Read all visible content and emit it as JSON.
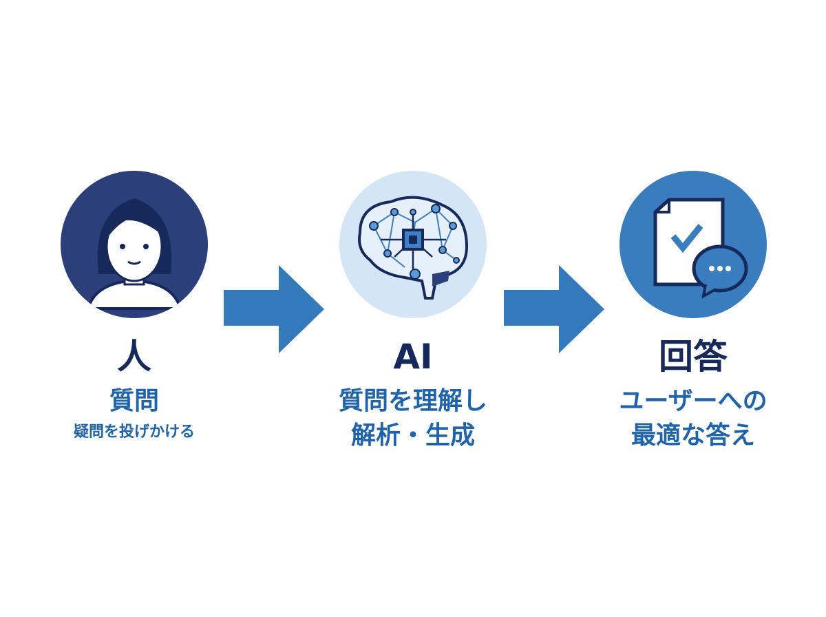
{
  "colors": {
    "navy": "#2c3f7b",
    "title": "#16295a",
    "accent": "#1f64aa",
    "arrow": "#3379bb",
    "light": "#d4e6f5",
    "mid": "#3a7dbf"
  },
  "steps": [
    {
      "icon": "person-icon",
      "title": "人",
      "line1": "質問",
      "line2": "疑問を投げかける"
    },
    {
      "icon": "ai-brain-icon",
      "title": "AI",
      "line1": "質問を理解し",
      "line2": "解析・生成"
    },
    {
      "icon": "answer-document-icon",
      "title": "回答",
      "line1": "ユーザーへの",
      "line2": "最適な答え"
    }
  ]
}
